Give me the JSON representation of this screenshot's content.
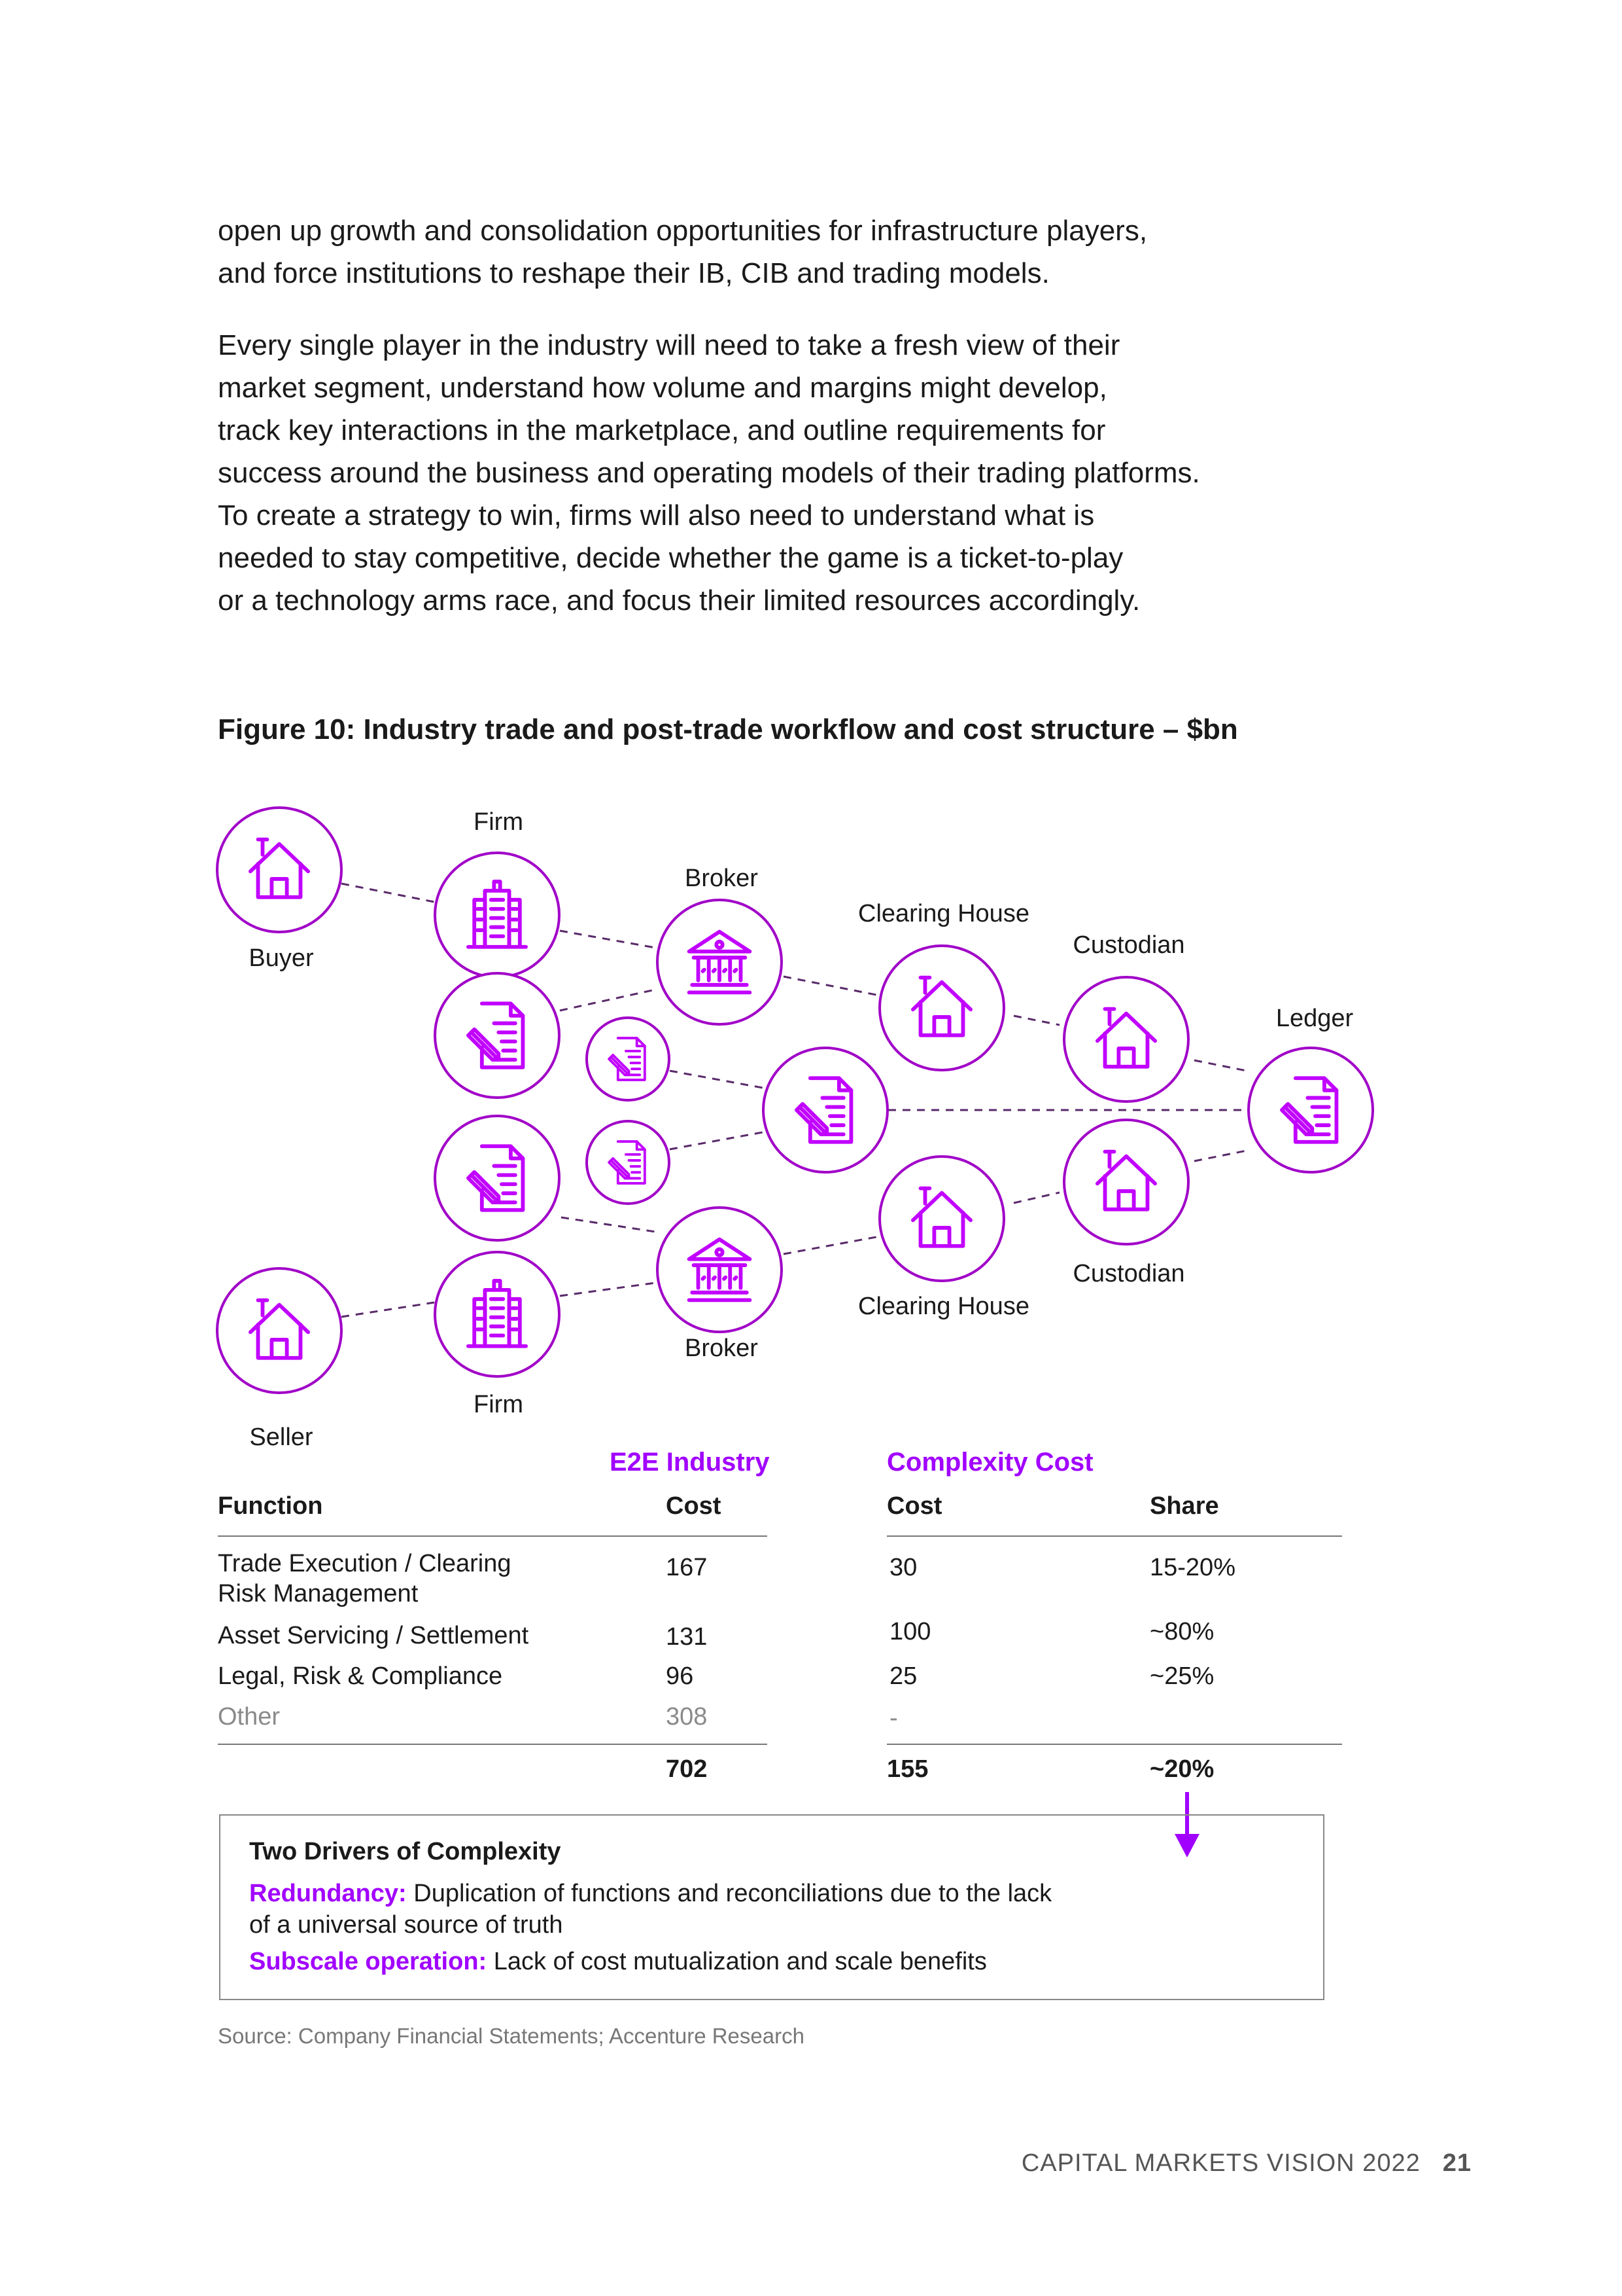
{
  "body": {
    "paragraph1": [
      "open up growth and consolidation opportunities for infrastructure players,",
      "and force institutions to reshape their IB, CIB and trading models."
    ],
    "paragraph2": [
      "Every single player in the industry will need to take a fresh view of their",
      "market segment, understand how volume and margins might develop,",
      "track key interactions in the marketplace, and outline requirements for",
      "success around the business and operating models of their trading platforms.",
      "To create a strategy to win, firms will also need to understand what is",
      "needed to stay competitive, decide whether the game is a ticket-to-play",
      "or a technology arms race, and focus their limited resources accordingly."
    ]
  },
  "figure": {
    "title": "Figure 10: Industry trade and post-trade workflow and cost structure – $bn",
    "labels": {
      "buyer": "Buyer",
      "seller": "Seller",
      "firm_top": "Firm",
      "firm_bottom": "Firm",
      "broker_top": "Broker",
      "broker_bottom": "Broker",
      "clearing_top": "Clearing House",
      "clearing_bottom": "Clearing House",
      "custodian_top": "Custodian",
      "custodian_bottom": "Custodian",
      "ledger": "Ledger"
    },
    "icon_names": [
      "house-icon",
      "building-icon",
      "bank-icon",
      "document-pen-icon"
    ],
    "accent_color": "#a100ff"
  },
  "table": {
    "group1_title": "E2E Industry",
    "group2_title": "Complexity Cost",
    "headers": {
      "function": "Function",
      "cost1": "Cost",
      "cost2": "Cost",
      "share": "Share"
    },
    "rows": [
      {
        "function_line1": "Trade Execution / Clearing",
        "function_line2": "Risk Management",
        "cost": "167",
        "complexity_cost": "30",
        "share": "15-20%"
      },
      {
        "function_line1": "Asset Servicing / Settlement",
        "function_line2": "",
        "cost": "131",
        "complexity_cost": "100",
        "share": "~80%"
      },
      {
        "function_line1": "Legal, Risk & Compliance",
        "function_line2": "",
        "cost": "96",
        "complexity_cost": "25",
        "share": "~25%"
      },
      {
        "function_line1": "Other",
        "function_line2": "",
        "cost": "308",
        "complexity_cost": "-",
        "share": ""
      }
    ],
    "totals": {
      "cost": "702",
      "complexity_cost": "155",
      "share": "~20%"
    }
  },
  "drivers_box": {
    "title": "Two Drivers of Complexity",
    "redundancy_label": "Redundancy:",
    "redundancy_text_line1": "Duplication of functions and reconciliations due to the lack",
    "redundancy_text_line2": "of a universal source of truth",
    "subscale_label": "Subscale operation:",
    "subscale_text": "Lack of cost mutualization and scale benefits"
  },
  "source": "Source: Company Financial Statements; Accenture Research",
  "footer": {
    "publication": "CAPITAL MARKETS VISION 2022",
    "page_number": "21"
  }
}
